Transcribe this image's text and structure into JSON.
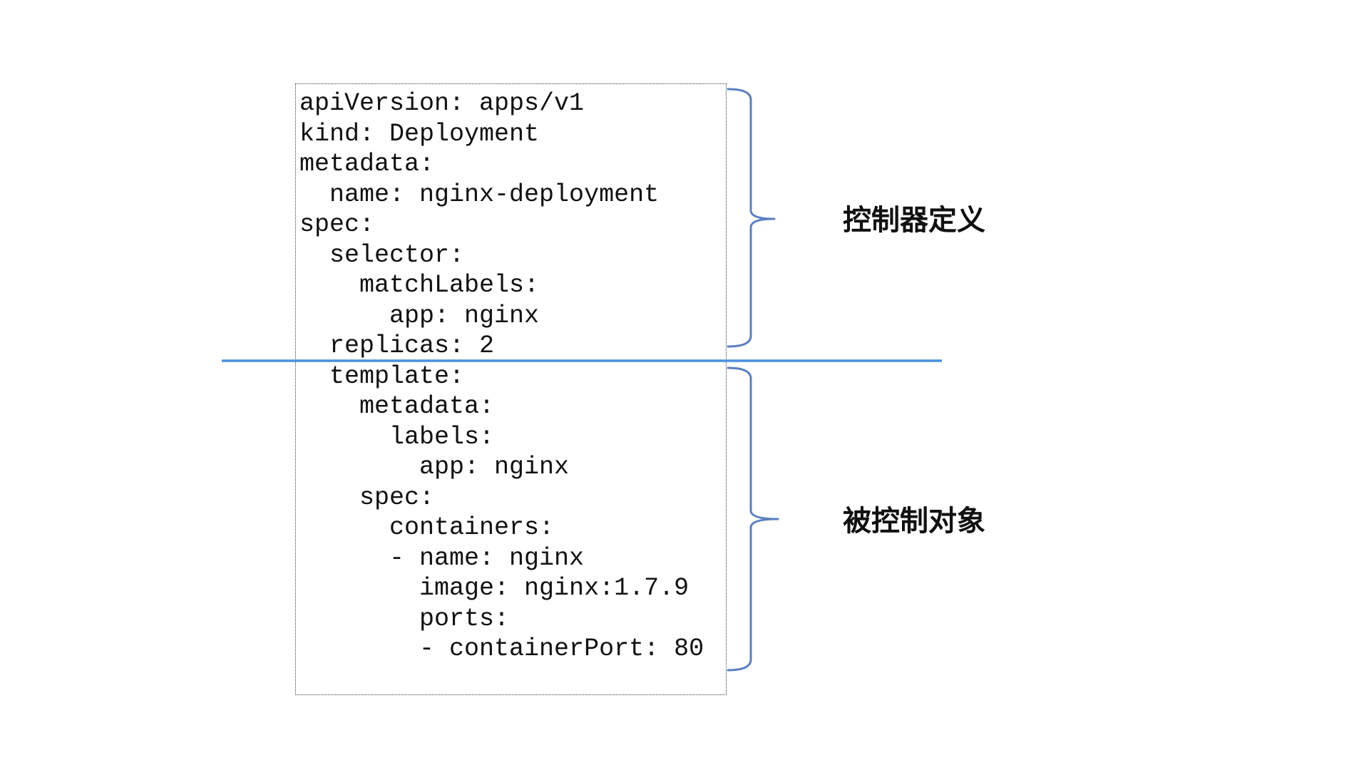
{
  "code": {
    "lines": [
      "apiVersion: apps/v1",
      "kind: Deployment",
      "metadata:",
      "  name: nginx-deployment",
      "spec:",
      "  selector:",
      "    matchLabels:",
      "      app: nginx",
      "  replicas: 2",
      "  template:",
      "    metadata:",
      "      labels:",
      "        app: nginx",
      "    spec:",
      "      containers:",
      "      - name: nginx",
      "        image: nginx:1.7.9",
      "        ports:",
      "        - containerPort: 80"
    ]
  },
  "annotations": {
    "controller_definition": "控制器定义",
    "controlled_object": "被控制对象"
  },
  "colors": {
    "divider": "#4a90e2",
    "brace": "#5b7fbf",
    "text": "#111111"
  }
}
